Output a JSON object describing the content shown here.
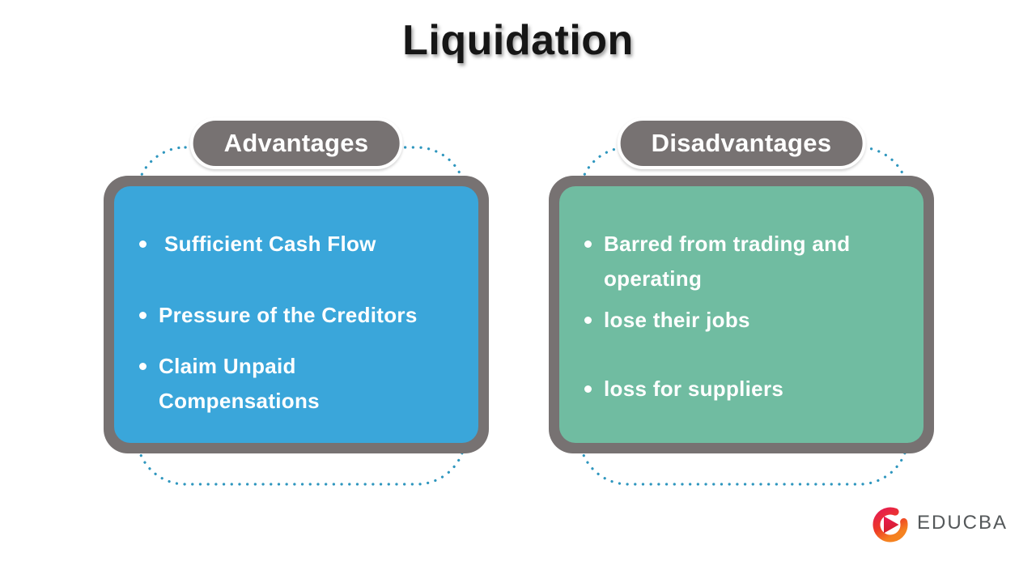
{
  "title": {
    "text": "Liquidation"
  },
  "columns": [
    {
      "label": "Advantages",
      "items": [
        "Sufficient Cash Flow",
        "Pressure of the Creditors",
        "Claim Unpaid Compensations"
      ]
    },
    {
      "label": "Disadvantages",
      "items": [
        "Barred from trading and operating",
        "lose their jobs",
        "loss for suppliers"
      ]
    }
  ],
  "logo": {
    "brand": "EDUCBA"
  },
  "colors": {
    "advantages_fill": "#3aa6da",
    "disadvantages_fill": "#70bca1",
    "frame_gray": "#777272",
    "dotted_teal": "#2e96be",
    "pill_text": "#ffffff",
    "title_text": "#161616",
    "logo_text": "#54585a",
    "logo_red": "#e51e4d",
    "logo_orange": "#f58220"
  }
}
